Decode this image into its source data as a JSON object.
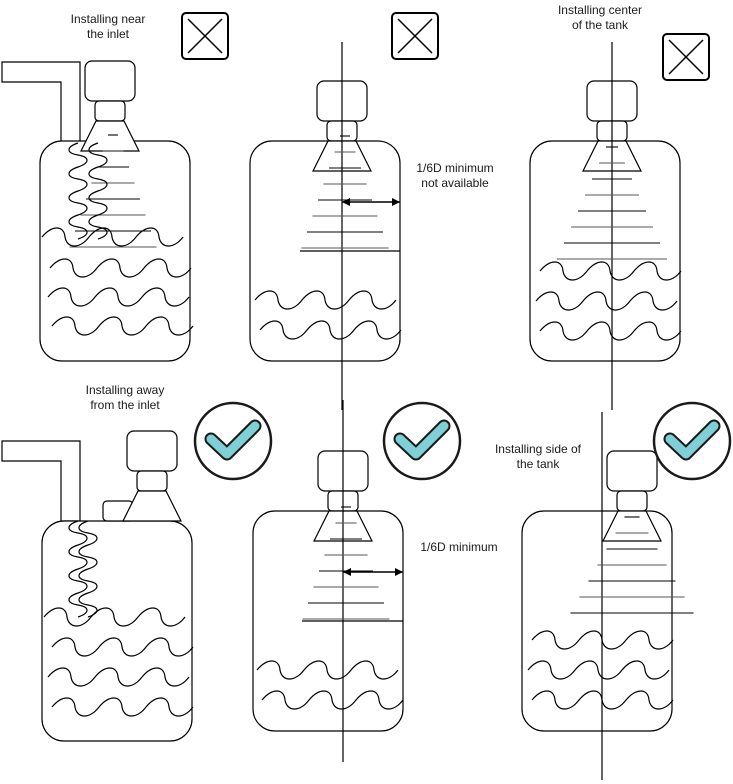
{
  "title": "Radar level sensor installation guidance",
  "colors": {
    "check_fill": "#7ecfd6",
    "line": "#000000",
    "text": "#1a1a1a"
  },
  "panels": [
    {
      "id": "near-inlet",
      "label_lines": [
        "Installing near",
        "the inlet"
      ],
      "verdict": "wrong",
      "verdict_icon": "x-box-icon",
      "annotation_lines": []
    },
    {
      "id": "no-clearance",
      "label_lines": [],
      "verdict": "wrong",
      "verdict_icon": "x-box-icon",
      "annotation_lines": [
        "1/6D minimum",
        "not available"
      ]
    },
    {
      "id": "center",
      "label_lines": [
        "Installing center",
        "of the tank"
      ],
      "verdict": "wrong",
      "verdict_icon": "x-box-icon",
      "annotation_lines": []
    },
    {
      "id": "away-inlet",
      "label_lines": [
        "Installing away",
        "from the inlet"
      ],
      "verdict": "correct",
      "verdict_icon": "checkmark-circle-icon",
      "annotation_lines": []
    },
    {
      "id": "with-clearance",
      "label_lines": [],
      "verdict": "correct",
      "verdict_icon": "checkmark-circle-icon",
      "annotation_lines": [
        "1/6D minimum"
      ]
    },
    {
      "id": "side",
      "label_lines": [
        "Installing side of",
        "the tank"
      ],
      "verdict": "correct",
      "verdict_icon": "checkmark-circle-icon",
      "annotation_lines": []
    }
  ]
}
